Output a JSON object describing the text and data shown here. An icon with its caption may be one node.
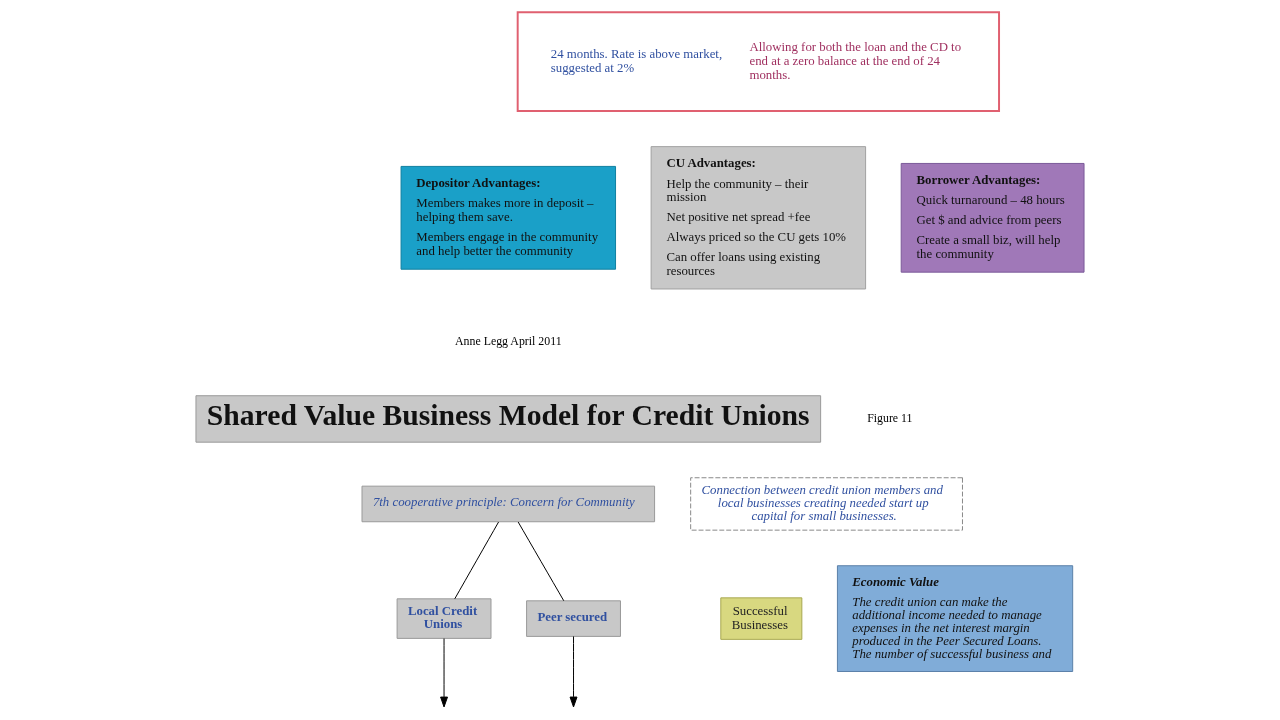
{
  "diagram": {
    "nodes": [
      {
        "text": [
          "24 months. Rate is above market, suggested at 2%",
          "Allowing for both the loan and the CD to end at a zero balance at the end of 24 months."
        ]
      },
      {
        "text": [
          "Depositor Advantages:",
          "Members makes more in deposit – helping them save.",
          "Members engage in the community and help better the community"
        ]
      },
      {
        "text": [
          "CU Advantages:",
          "Help the community – their mission",
          "Net positive net spread +fee",
          "Always priced so the CU gets 10%",
          "Can offer loans using existing resources"
        ]
      },
      {
        "text": [
          "Borrower Advantages:",
          "Quick turnaround – 48 hours",
          "Get $ and advice from peers",
          "Create a small biz, will help the community"
        ]
      },
      {
        "text": [
          "Shared Value Business Model for Credit Unions"
        ]
      },
      {
        "text": [
          "7th cooperative principle: Concern for Community"
        ]
      },
      {
        "text": [
          "Connection between credit union members and local businesses creating needed start up capital for small businesses."
        ]
      },
      {
        "text": [
          "Local Credit Unions"
        ]
      },
      {
        "text": [
          "Peer secured"
        ]
      },
      {
        "text": [
          "Successful Businesses"
        ]
      },
      {
        "text": [
          "Economic Value",
          "The credit union can make the additional income needed to manage expenses in the net interest margin produced in the Peer Secured Loans. The number of successful business and"
        ]
      }
    ],
    "edges": [
      {
        "from": 5,
        "to": 7,
        "arrow": "none"
      },
      {
        "from": 5,
        "to": 8,
        "arrow": "none"
      },
      {
        "from": 7,
        "to": null,
        "arrow": "to"
      },
      {
        "from": 8,
        "to": null,
        "arrow": "to"
      }
    ],
    "labels": [
      "Anne Legg April 2011",
      "Figure 11"
    ]
  }
}
